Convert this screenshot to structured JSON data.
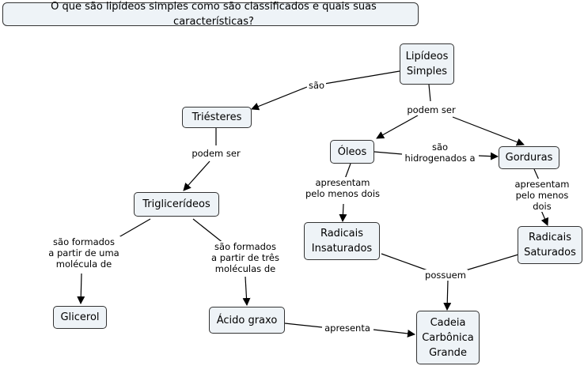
{
  "question": "O que são  lipídeos simples como são classificados e quais suas características?",
  "nodes": {
    "lipideos": "Lipídeos\nSimples",
    "triesteres": "Triésteres",
    "oleos": "Óleos",
    "gorduras": "Gorduras",
    "triglicerideos": "Triglicerídeos",
    "radicais_insaturados": "Radicais\nInsaturados",
    "radicais_saturados": "Radicais\nSaturados",
    "glicerol": "Glicerol",
    "acido_graxo": "Ácido graxo",
    "cadeia": "Cadeia\nCarbônica\nGrande"
  },
  "links": {
    "sao": "são",
    "podem_ser_1": "podem ser",
    "podem_ser_2": "podem ser",
    "sao_hidrogenados": "são\nhidrogenados a",
    "apresentam_1": "apresentam\npelo menos dois",
    "apresentam_2": "apresentam\npelo menos dois",
    "formados_uma": "são formados\na partir de uma\nmolécula de",
    "formados_tres": "são formados\na partir de três\nmoléculas de",
    "possuem": "possuem",
    "apresenta": "apresenta"
  }
}
